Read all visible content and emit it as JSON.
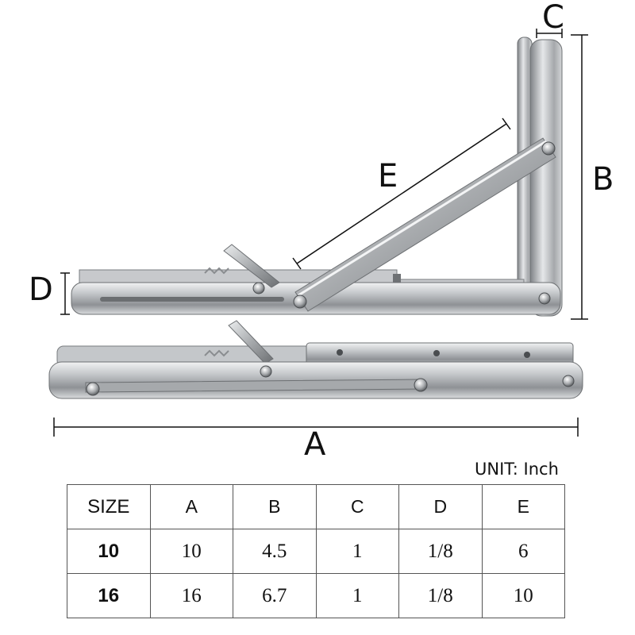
{
  "dimension_labels": {
    "A": "A",
    "B": "B",
    "C": "C",
    "D": "D",
    "E": "E"
  },
  "unit_label": "UNIT: Inch",
  "spec_table": {
    "headers": [
      "SIZE",
      "A",
      "B",
      "C",
      "D",
      "E"
    ],
    "rows": [
      [
        "10",
        "10",
        "4.5",
        "1",
        "1/8",
        "6"
      ],
      [
        "16",
        "16",
        "6.7",
        "1",
        "1/8",
        "10"
      ]
    ]
  },
  "colors": {
    "steel_light": "#e6e8ea",
    "steel_mid": "#a9acaf",
    "steel_dark": "#5e6164",
    "line": "#111111"
  }
}
